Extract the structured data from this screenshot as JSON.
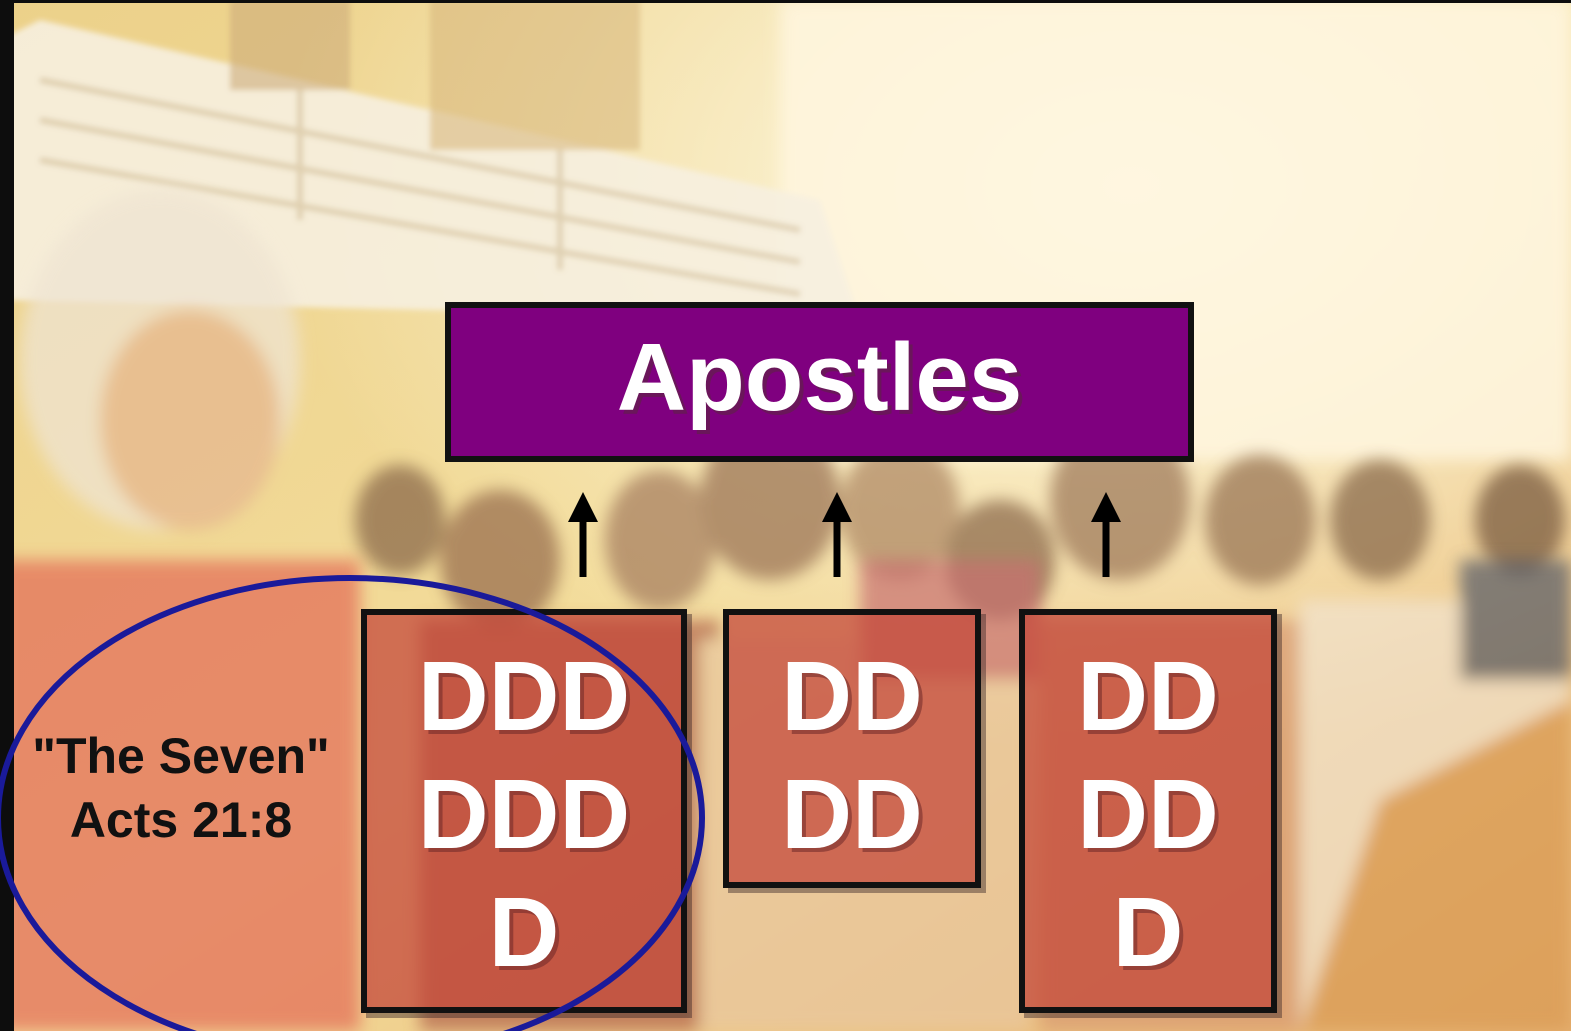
{
  "top_label": "Apostles",
  "groups": [
    {
      "lines": [
        "DDD",
        "DDD",
        "D"
      ]
    },
    {
      "lines": [
        "DD",
        "DD"
      ]
    },
    {
      "lines": [
        "DD",
        "DD",
        "D"
      ]
    }
  ],
  "callout": {
    "line1": "\"The Seven\"",
    "line2": "Acts 21:8"
  },
  "colors": {
    "apostles_fill": "#7f007f",
    "group_fill": "#c4483a",
    "ellipse_stroke": "#1a1a9a",
    "arrow": "#000000"
  }
}
